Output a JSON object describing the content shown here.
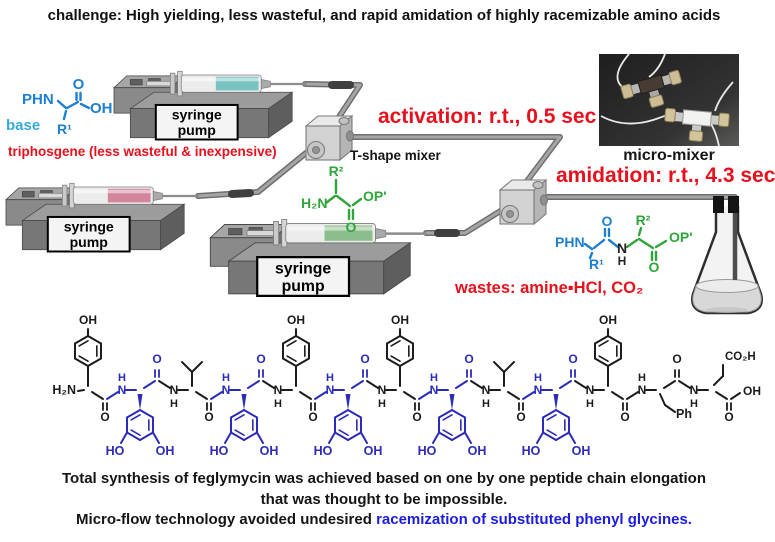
{
  "title": "challenge: High yielding, less wasteful, and rapid amidation of highly racemizable amino acids",
  "colors": {
    "red": "#e8101c",
    "structure_blue": "#1d7fd0",
    "base_cyan": "#35aadc",
    "green": "#2fa63a",
    "peptide_blue": "#2b2bb8",
    "peptide_black": "#1c1c1c",
    "caption_blue": "#1c1ce0",
    "liquid_teal": "#79c2c2",
    "liquid_pink": "#d4849b",
    "liquid_green": "#8cbe8c"
  },
  "flow": {
    "pump_label_line1": "syringe",
    "pump_label_line2": "pump",
    "triphosgene_note": "triphosgene (less  wasteful &  inexpensive)",
    "tmixer_label": "T-shape mixer",
    "micromixer_label": "micro-mixer",
    "activation_label": "activation: r.t., 0.5 sec",
    "amidation_label": "amidation: r.t., 4.3 sec",
    "wastes_label": "wastes: amine▪HCl, CO₂"
  },
  "structures": {
    "acid": {
      "phn": "PHN",
      "o": "O",
      "oh": "OH",
      "r1": "R¹",
      "base": "base"
    },
    "amine": {
      "r2": "R²",
      "h2n": "H₂N",
      "op": "OP'",
      "o": "O"
    },
    "product": {
      "phn": "PHN",
      "o1": "O",
      "r1": "R¹",
      "n": "N",
      "h": "H",
      "r2": "R²",
      "op": "OP'",
      "o2": "O"
    }
  },
  "peptide": {
    "residues": [
      "ring",
      "dpg",
      "val",
      "dpg",
      "ring",
      "dpg",
      "ring",
      "dpg",
      "val",
      "dpg",
      "ring",
      "phe",
      "asp"
    ],
    "labels": {
      "h2n": "H₂N",
      "oh": "OH",
      "ho": "HO",
      "o": "O",
      "n": "N",
      "h": "H",
      "ph": "Ph",
      "co2h": "CO₂H"
    }
  },
  "caption": {
    "line1": "Total synthesis of feglymycin was achieved based on one by one peptide chain elongation",
    "line2": "that was thought to be impossible.",
    "line3_black": "Micro-flow technology avoided undesired ",
    "line3_blue": "racemization of substituted phenyl glycines."
  }
}
